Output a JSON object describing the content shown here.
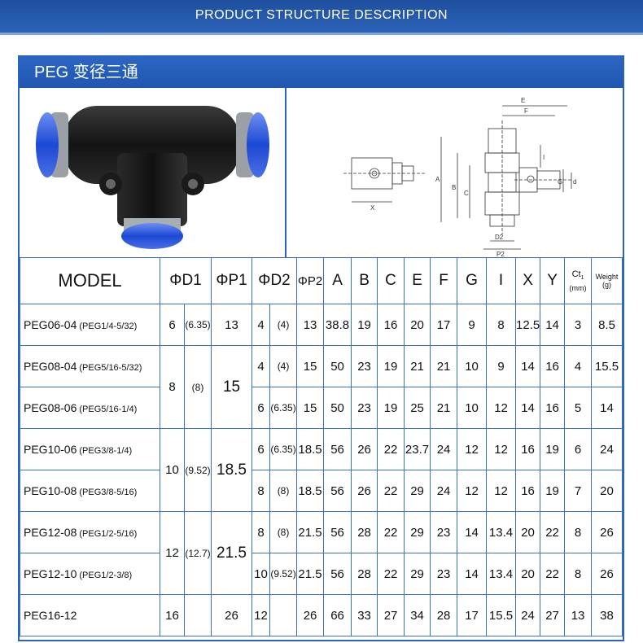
{
  "banner": {
    "title": "PRODUCT STRUCTURE DESCRIPTION"
  },
  "section": {
    "title": "PEG 变径三通"
  },
  "drawing_labels": {
    "e": "E",
    "f": "F",
    "a": "A",
    "b": "B",
    "c": "C",
    "x": "X",
    "i": "I",
    "g": "G",
    "d1": "d",
    "d2": "D2",
    "p2": "P2"
  },
  "colors": {
    "banner": "#1e4f9e",
    "border": "#2a64c0",
    "connector_blue": "#2f5fd8",
    "body_black": "#1c1c1c"
  },
  "table": {
    "headers": {
      "model": "MODEL",
      "d1": "ΦD1",
      "p1": "ΦP1",
      "d2": "ΦD2",
      "p2": "ΦP2",
      "a": "A",
      "b": "B",
      "c": "C",
      "e": "E",
      "f": "F",
      "g": "G",
      "i": "I",
      "x": "X",
      "y": "Y",
      "ct": "Ct",
      "ct_unit": "(mm)",
      "ct_sub": "1",
      "weight": "Weight",
      "weight_unit": "(g)"
    },
    "rows": [
      {
        "code": "PEG06-04",
        "alt": "(PEG1/4-5/32)",
        "d1": "6",
        "d1i": "(6.35)",
        "p1": "13",
        "d2": "4",
        "d2i": "(4)",
        "p2": "13",
        "a": "38.8",
        "b": "19",
        "c": "16",
        "e": "20",
        "f": "17",
        "g": "9",
        "i": "8",
        "x": "12.5",
        "y": "14",
        "ct": "3",
        "w": "8.5"
      },
      {
        "code": "PEG08-04",
        "alt": "(PEG5/16-5/32)",
        "d2": "4",
        "d2i": "(4)",
        "p2": "15",
        "a": "50",
        "b": "23",
        "c": "19",
        "e": "21",
        "f": "21",
        "g": "10",
        "i": "9",
        "x": "14",
        "y": "16",
        "ct": "4",
        "w": "15.5"
      },
      {
        "code": "PEG08-06",
        "alt": "(PEG5/16-1/4)",
        "d2": "6",
        "d2i": "(6.35)",
        "p2": "15",
        "a": "50",
        "b": "23",
        "c": "19",
        "e": "25",
        "f": "21",
        "g": "10",
        "i": "12",
        "x": "14",
        "y": "16",
        "ct": "5",
        "w": "14"
      },
      {
        "code": "PEG10-06",
        "alt": "(PEG3/8-1/4)",
        "d2": "6",
        "d2i": "(6.35)",
        "p2": "18.5",
        "a": "56",
        "b": "26",
        "c": "22",
        "e": "23.7",
        "f": "24",
        "g": "12",
        "i": "12",
        "x": "16",
        "y": "19",
        "ct": "6",
        "w": "24"
      },
      {
        "code": "PEG10-08",
        "alt": "(PEG3/8-5/16)",
        "d2": "8",
        "d2i": "(8)",
        "p2": "18.5",
        "a": "56",
        "b": "26",
        "c": "22",
        "e": "29",
        "f": "24",
        "g": "12",
        "i": "12",
        "x": "16",
        "y": "19",
        "ct": "7",
        "w": "20"
      },
      {
        "code": "PEG12-08",
        "alt": "(PEG1/2-5/16)",
        "d2": "8",
        "d2i": "(8)",
        "p2": "21.5",
        "a": "56",
        "b": "28",
        "c": "22",
        "e": "29",
        "f": "23",
        "g": "14",
        "i": "13.4",
        "x": "20",
        "y": "22",
        "ct": "8",
        "w": "26"
      },
      {
        "code": "PEG12-10",
        "alt": "(PEG1/2-3/8)",
        "d2": "10",
        "d2i": "(9.52)",
        "p2": "21.5",
        "a": "56",
        "b": "28",
        "c": "22",
        "e": "29",
        "f": "23",
        "g": "14",
        "i": "13.4",
        "x": "20",
        "y": "22",
        "ct": "8",
        "w": "26"
      },
      {
        "code": "PEG16-12",
        "alt": "",
        "d1": "16",
        "d1i": "",
        "p1": "26",
        "d2": "12",
        "d2i": "",
        "p2": "26",
        "a": "66",
        "b": "33",
        "c": "27",
        "e": "34",
        "f": "28",
        "g": "17",
        "i": "15.5",
        "x": "24",
        "y": "27",
        "ct": "13",
        "w": "38"
      }
    ],
    "groups": {
      "g08": {
        "d1": "8",
        "d1i": "(8)",
        "p1": "15"
      },
      "g10": {
        "d1": "10",
        "d1i": "(9.52)",
        "p1": "18.5"
      },
      "g12": {
        "d1": "12",
        "d1i": "(12.7)",
        "p1": "21.5"
      }
    }
  }
}
